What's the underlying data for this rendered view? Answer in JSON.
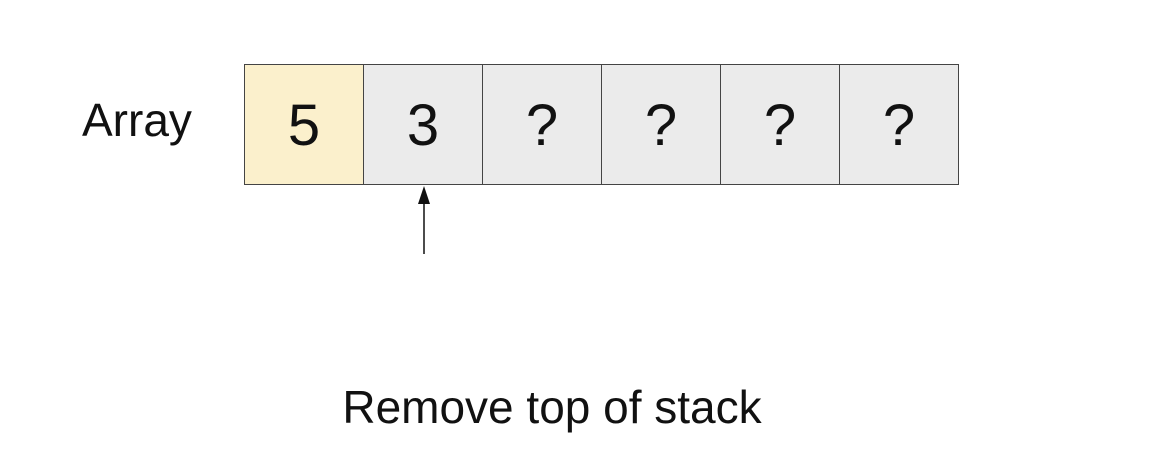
{
  "array": {
    "label": "Array",
    "cells": [
      {
        "value": "5",
        "highlighted": true
      },
      {
        "value": "3",
        "highlighted": false
      },
      {
        "value": "?",
        "highlighted": false
      },
      {
        "value": "?",
        "highlighted": false
      },
      {
        "value": "?",
        "highlighted": false
      },
      {
        "value": "?",
        "highlighted": false
      }
    ],
    "pointer_index": 1
  },
  "caption": "Remove top of stack",
  "colors": {
    "highlight_cell": "#fbf0cc",
    "default_cell": "#ebebeb",
    "border": "#444444",
    "text": "#111111"
  }
}
